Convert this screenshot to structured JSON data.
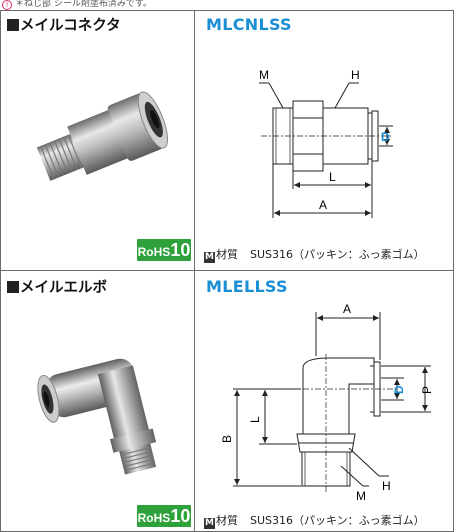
{
  "top_note": "＊ねじ部 シール剤塗布済みです。",
  "top_mark": "!",
  "products": [
    {
      "name": "メイルコネクタ",
      "code": "MLCNLSS",
      "rohs_label": "RoHS",
      "rohs_number": "10",
      "material_mark": "M",
      "material_label": "材質",
      "material_value": "SUS316（パッキン：ふっ素ゴム）",
      "dims": {
        "M": "M",
        "H": "H",
        "D": "D",
        "L": "L",
        "A": "A"
      }
    },
    {
      "name": "メイルエルボ",
      "code": "MLELLSS",
      "rohs_label": "RoHS",
      "rohs_number": "10",
      "material_mark": "M",
      "material_label": "材質",
      "material_value": "SUS316（パッキン：ふっ素ゴム）",
      "dims": {
        "A": "A",
        "D": "D",
        "P": "P",
        "B": "B",
        "L": "L",
        "M": "M",
        "H": "H"
      }
    }
  ],
  "colors": {
    "accent": "#1a8fd6",
    "rohs": "#2ea13a",
    "border": "#6b6b6b"
  }
}
